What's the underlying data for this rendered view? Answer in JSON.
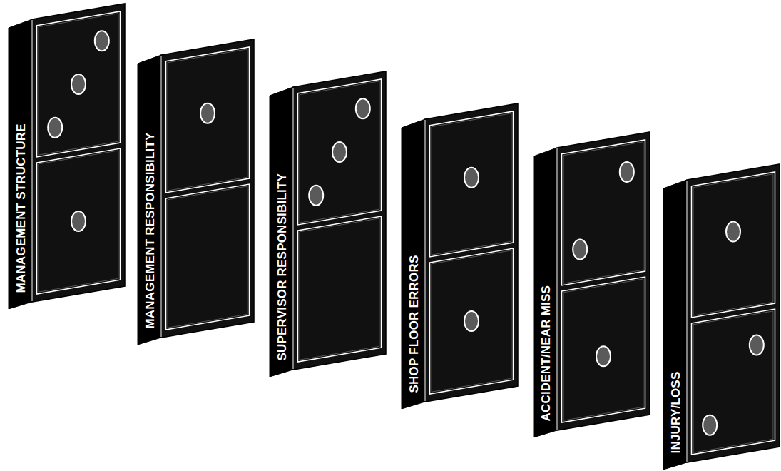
{
  "diagram": {
    "nodes": [
      {
        "text": [
          "MANAGEMENT STRUCTURE"
        ]
      },
      {
        "text": [
          "MANAGEMENT RESPONSIBILITY"
        ]
      },
      {
        "text": [
          "SUPERVISOR RESPONSIBILITY"
        ]
      },
      {
        "text": [
          "SHOP FLOOR ERRORS"
        ]
      },
      {
        "text": [
          "ACCIDENT/NEAR MISS"
        ]
      },
      {
        "text": [
          "INJURY/LOSS"
        ]
      }
    ]
  }
}
